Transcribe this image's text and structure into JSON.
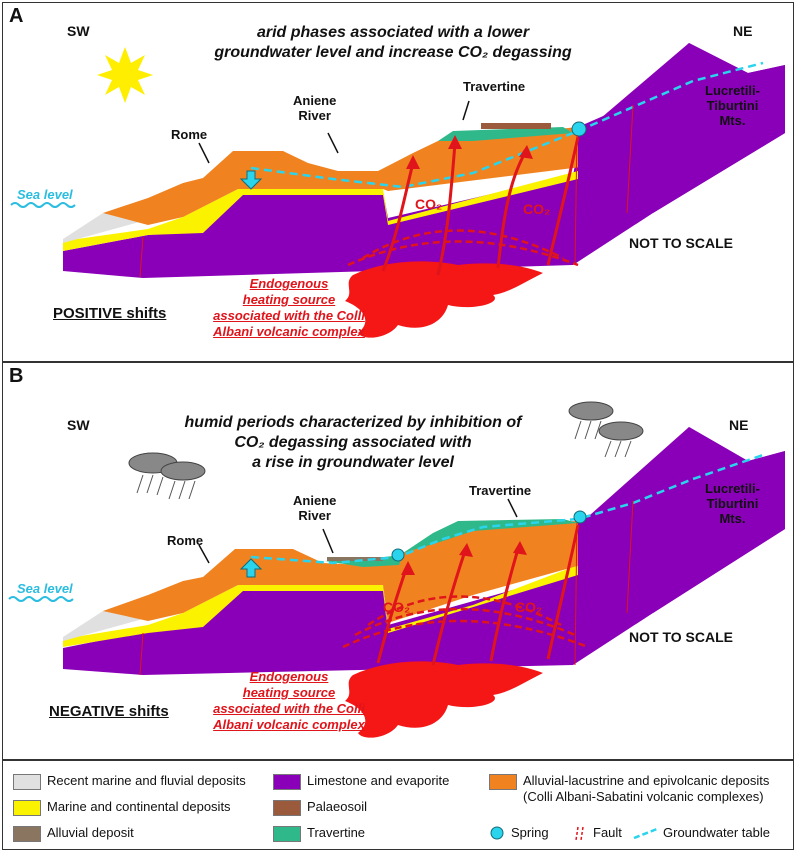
{
  "colors": {
    "recent_marine": "#e0e0e0",
    "marine_continental": "#fbf200",
    "alluvial_deposit": "#8a7560",
    "limestone_evaporite": "#8a00b8",
    "palaeosoil": "#9b5a3c",
    "travertine": "#2fb98a",
    "alluvial_lacustrine": "#f0831f",
    "spring": "#2ad4ec",
    "fault": "#e0141b",
    "groundwater": "#2ad4ec",
    "sun": "#ffee00"
  },
  "panel_a": {
    "letter": "A",
    "sw": "SW",
    "ne": "NE",
    "title_line1": "arid phases associated with a lower",
    "title_line2": "groundwater level and increase CO₂ degassing",
    "travertine": "Travertine",
    "aniene_line1": "Aniene",
    "aniene_line2": "River",
    "rome": "Rome",
    "mts_line1": "Lucretili-",
    "mts_line2": "Tiburtini",
    "mts_line3": "Mts.",
    "sea_level": "Sea level",
    "not_to_scale": "NOT TO SCALE",
    "co2_left": "CO₂",
    "co2_right": "CO₂",
    "heat_line1": "Endogenous",
    "heat_line2": "heating source",
    "heat_line3": "associated with the Colli",
    "heat_line4": "Albani volcanic complex",
    "shift": "POSITIVE shifts"
  },
  "panel_b": {
    "letter": "B",
    "sw": "SW",
    "ne": "NE",
    "title_line1": "humid periods characterized by inhibition of",
    "title_line2": "CO₂ degassing  associated with",
    "title_line3": "a rise in groundwater level",
    "travertine": "Travertine",
    "aniene_line1": "Aniene",
    "aniene_line2": "River",
    "rome": "Rome",
    "mts_line1": "Lucretili-",
    "mts_line2": "Tiburtini",
    "mts_line3": "Mts.",
    "sea_level": "Sea level",
    "not_to_scale": "NOT TO SCALE",
    "co2_left": "CO₂",
    "co2_right": "CO₂",
    "heat_line1": "Endogenous",
    "heat_line2": "heating source",
    "heat_line3": "associated with the Colli",
    "heat_line4": "Albani volcanic complex",
    "shift": "NEGATIVE shifts"
  },
  "legend": {
    "recent_marine": "Recent marine and fluvial deposits",
    "marine_continental": "Marine and continental deposits",
    "alluvial_deposit": "Alluvial deposit",
    "limestone": "Limestone and evaporite",
    "palaeosoil": "Palaeosoil",
    "travertine": "Travertine",
    "alluvial_lacustrine_line1": "Alluvial-lacustrine and epivolcanic deposits",
    "alluvial_lacustrine_line2": "(Colli Albani-Sabatini volcanic complexes)",
    "spring": "Spring",
    "fault": "Fault",
    "groundwater": "Groundwater table"
  },
  "icons": [
    "sun-icon",
    "rain-cloud-icon",
    "spring-icon",
    "fault-icon",
    "groundwater-icon",
    "arrow-icon"
  ]
}
